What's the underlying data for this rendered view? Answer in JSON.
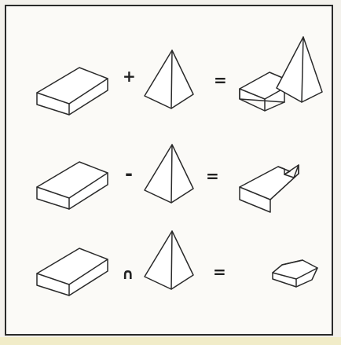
{
  "figure": {
    "rows": [
      {
        "operation": "union",
        "operator_symbol": "+",
        "equals_symbol": "="
      },
      {
        "operation": "difference",
        "operator_symbol": "-",
        "equals_symbol": "="
      },
      {
        "operation": "intersection",
        "operator_symbol": "∩",
        "equals_symbol": "="
      }
    ]
  },
  "colors": {
    "stroke": "#2a2a2a",
    "fill": "#ffffff",
    "background": "#fbfaf7"
  }
}
